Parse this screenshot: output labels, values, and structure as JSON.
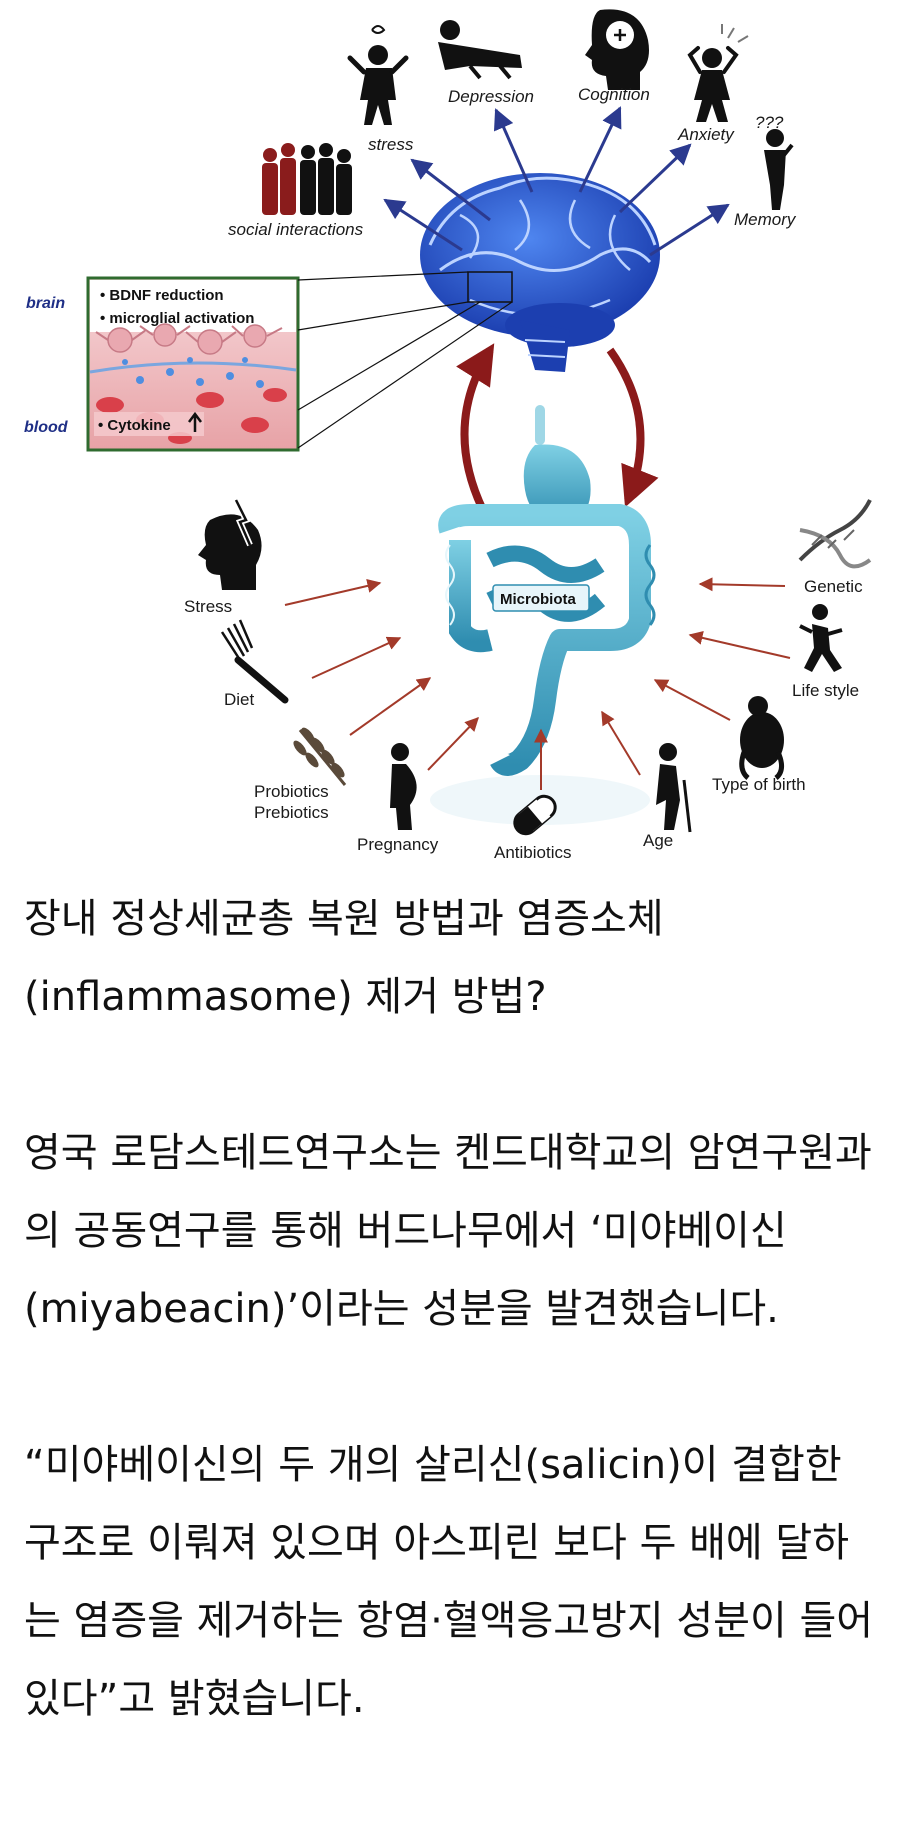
{
  "figure": {
    "top_labels": {
      "stress": "stress",
      "depression": "Depression",
      "cognition": "Cognition",
      "anxiety": "Anxiety",
      "memory": "Memory",
      "social": "social interactions",
      "memory_marks": "???"
    },
    "inset": {
      "brain_label": "brain",
      "blood_label": "blood",
      "item1": "• BDNF reduction",
      "item2": "• microglial activation",
      "item3": "• Cytokine"
    },
    "microbiota_label": "Microbiota",
    "factors": {
      "stress": "Stress",
      "diet": "Diet",
      "probiotics": "Probiotics",
      "prebiotics": "Prebiotics",
      "pregnancy": "Pregnancy",
      "antibiotics": "Antibiotics",
      "age": "Age",
      "birth": "Type of birth",
      "lifestyle": "Life style",
      "genetic": "Genetic"
    },
    "colors": {
      "brain": "#2d5fd6",
      "gut": "#4aa7c2",
      "top_arrows": "#2b3a8f",
      "loop_arrows": "#8b1a1a",
      "factor_arrows": "#a33a2a",
      "inset_border": "#2f6b2f"
    }
  },
  "article": {
    "heading": "장내 정상세균총 복원 방법과 염증소체(inflammasome) 제거 방법?",
    "para1": "영국 로담스테드연구소는 켄드대학교의 암연구원과의 공동연구를 통해 버드나무에서 ‘미야베이신(miyabeacin)’이라는 성분을 발견했습니다.",
    "para2": "“미야베이신의 두 개의 살리신(salicin)이 결합한 구조로 이뤄져 있으며 아스피린 보다 두 배에 달하는 염증을 제거하는 항염·혈액응고방지 성분이 들어있다”고 밝혔습니다."
  }
}
